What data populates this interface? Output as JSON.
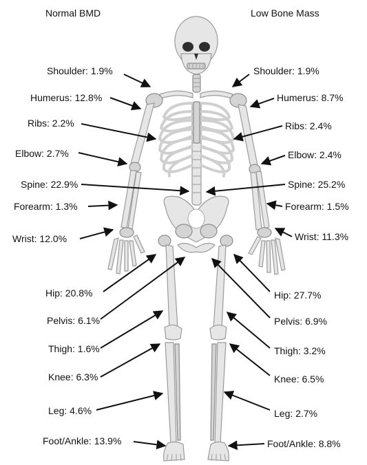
{
  "headers": {
    "left": "Normal BMD",
    "right": "Low Bone Mass"
  },
  "labels": {
    "left": [
      {
        "name": "shoulder",
        "text": "Shoulder: 1.9%"
      },
      {
        "name": "humerus",
        "text": "Humerus: 12.8%"
      },
      {
        "name": "ribs",
        "text": "Ribs: 2.2%"
      },
      {
        "name": "elbow",
        "text": "Elbow: 2.7%"
      },
      {
        "name": "spine",
        "text": "Spine: 22.9%"
      },
      {
        "name": "forearm",
        "text": "Forearm: 1.3%"
      },
      {
        "name": "wrist",
        "text": "Wrist: 12.0%"
      },
      {
        "name": "hip",
        "text": "Hip: 20.8%"
      },
      {
        "name": "pelvis",
        "text": "Pelvis: 6.1%"
      },
      {
        "name": "thigh",
        "text": "Thigh: 1.6%"
      },
      {
        "name": "knee",
        "text": "Knee: 6.3%"
      },
      {
        "name": "leg",
        "text": "Leg: 4.6%"
      },
      {
        "name": "foot-ankle",
        "text": "Foot/Ankle: 13.9%"
      }
    ],
    "right": [
      {
        "name": "shoulder",
        "text": "Shoulder: 1.9%"
      },
      {
        "name": "humerus",
        "text": "Humerus: 8.7%"
      },
      {
        "name": "ribs",
        "text": "Ribs: 2.4%"
      },
      {
        "name": "elbow",
        "text": "Elbow: 2.4%"
      },
      {
        "name": "spine",
        "text": "Spine: 25.2%"
      },
      {
        "name": "forearm",
        "text": "Forearm: 1.5%"
      },
      {
        "name": "wrist",
        "text": "Wrist: 11.3%"
      },
      {
        "name": "hip",
        "text": "Hip: 27.7%"
      },
      {
        "name": "pelvis",
        "text": "Pelvis: 6.9%"
      },
      {
        "name": "thigh",
        "text": "Thigh: 3.2%"
      },
      {
        "name": "knee",
        "text": "Knee: 6.5%"
      },
      {
        "name": "leg",
        "text": "Leg: 2.7%"
      },
      {
        "name": "foot-ankle",
        "text": "Foot/Ankle: 8.8%"
      }
    ]
  }
}
